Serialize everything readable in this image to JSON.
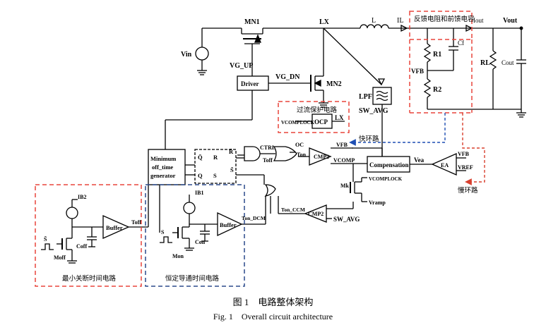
{
  "labels": {
    "mn1": "MN1",
    "lx": "LX",
    "l": "L",
    "il": "IL",
    "iout": "Iout",
    "vout": "Vout",
    "vin": "Vin",
    "vg_up": "VG_UP",
    "vg_dn": "VG_DN",
    "mn2": "MN2",
    "driver": "Driver",
    "lpf": "LPF",
    "sw_avg": "SW_AVG",
    "feedback_title": "反馈电阻和前馈电容",
    "r1": "R1",
    "r2": "R2",
    "cf": "Cf",
    "vfb": "VFB",
    "rl": "RL",
    "cout": "Cout",
    "ocp_title": "过流保护电路",
    "vcomplock": "VCOMPLOCK",
    "ocp": "OCP",
    "lx2": "LX",
    "fast_loop": "快环路",
    "slow_loop": "慢环路",
    "ctrl": "CTRL",
    "oc": "OC",
    "toff": "Toff",
    "ton": "Ton",
    "cmp1": "CMP1",
    "vfb2": "VFB",
    "vcomp": "VCOMP",
    "compensation": "Compensation",
    "vea": "Vea",
    "ea": "EA",
    "vfb3": "VFB",
    "vref": "VREF",
    "mk": "Mk",
    "vcomplock2": "VCOMPLOCK",
    "vramp": "Vramp",
    "min_offtime": [
      "Minimum",
      "off_time",
      "generator"
    ],
    "qbar": "Q̄",
    "r_in": "R",
    "rbar": "R̄",
    "q": "Q",
    "s_in": "S",
    "sbar": "S̄",
    "cmp2": "CMP2",
    "ton_ccm": "Ton_CCM",
    "ton_dcm": "Ton_DCM",
    "sw_avg2": "SW_AVG",
    "ib2": "IB2",
    "buffer1": "Buffer",
    "toff2": "Toff",
    "coff": "Coff",
    "moff": "Moff",
    "sbar2": "S̄",
    "ib1": "IB1",
    "buffer2": "Buffer",
    "con": "Con",
    "mon": "Mon",
    "s2": "S",
    "min_off_circuit": "最小关断时间电路",
    "const_on_circuit": "恒定导通时间电路"
  },
  "caption": {
    "cn": "图 1　电路整体架构",
    "en": "Fig. 1　Overall circuit architecture"
  },
  "colors": {
    "line": "#000000",
    "red_box": "#e8453c",
    "blue_box": "#2b4a8c",
    "fast_loop": "#1f4fb3",
    "slow_loop": "#d8402f"
  }
}
